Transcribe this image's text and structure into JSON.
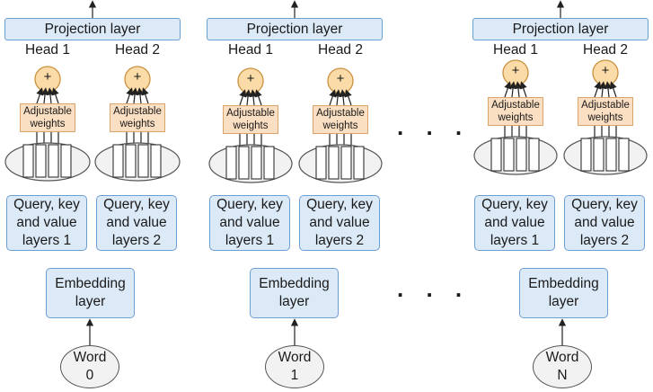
{
  "columns": [
    {
      "projection_label": "Projection layer",
      "heads": [
        {
          "label": "Head 1",
          "adj_label": "Adjustable\nweights",
          "plus": "+",
          "qkv_label": "Query, key\nand value\nlayers 1"
        },
        {
          "label": "Head 2",
          "adj_label": "Adjustable\nweights",
          "plus": "+",
          "qkv_label": "Query, key\nand value\nlayers 2"
        }
      ],
      "embedding_label": "Embedding\nlayer",
      "word_label": "Word\n0"
    },
    {
      "projection_label": "Projection layer",
      "heads": [
        {
          "label": "Head 1",
          "adj_label": "Adjustable\nweights",
          "plus": "+",
          "qkv_label": "Query, key\nand value\nlayers 1"
        },
        {
          "label": "Head 2",
          "adj_label": "Adjustable\nweights",
          "plus": "+",
          "qkv_label": "Query, key\nand value\nlayers 2"
        }
      ],
      "embedding_label": "Embedding\nlayer",
      "word_label": "Word\n1"
    },
    {
      "projection_label": "Projection layer",
      "heads": [
        {
          "label": "Head 1",
          "adj_label": "Adjustable\nweights",
          "plus": "+",
          "qkv_label": "Query, key\nand value\nlayers 1"
        },
        {
          "label": "Head 2",
          "adj_label": "Adjustable\nweights",
          "plus": "+",
          "qkv_label": "Query, key\nand value\nlayers 2"
        }
      ],
      "embedding_label": "Embedding\nlayer",
      "word_label": "Word\nN"
    }
  ],
  "ellipsis": ". . .",
  "colors": {
    "layer_fill": "#dce9f7",
    "layer_stroke": "#6e9fd3",
    "weights_fill": "#fbdfc2",
    "weights_stroke": "#d9a56c",
    "sum_fill": "#fbdca8",
    "sum_stroke": "#c9913f",
    "vector_ellipse_fill": "#f2f2f2",
    "line": "#222222"
  }
}
